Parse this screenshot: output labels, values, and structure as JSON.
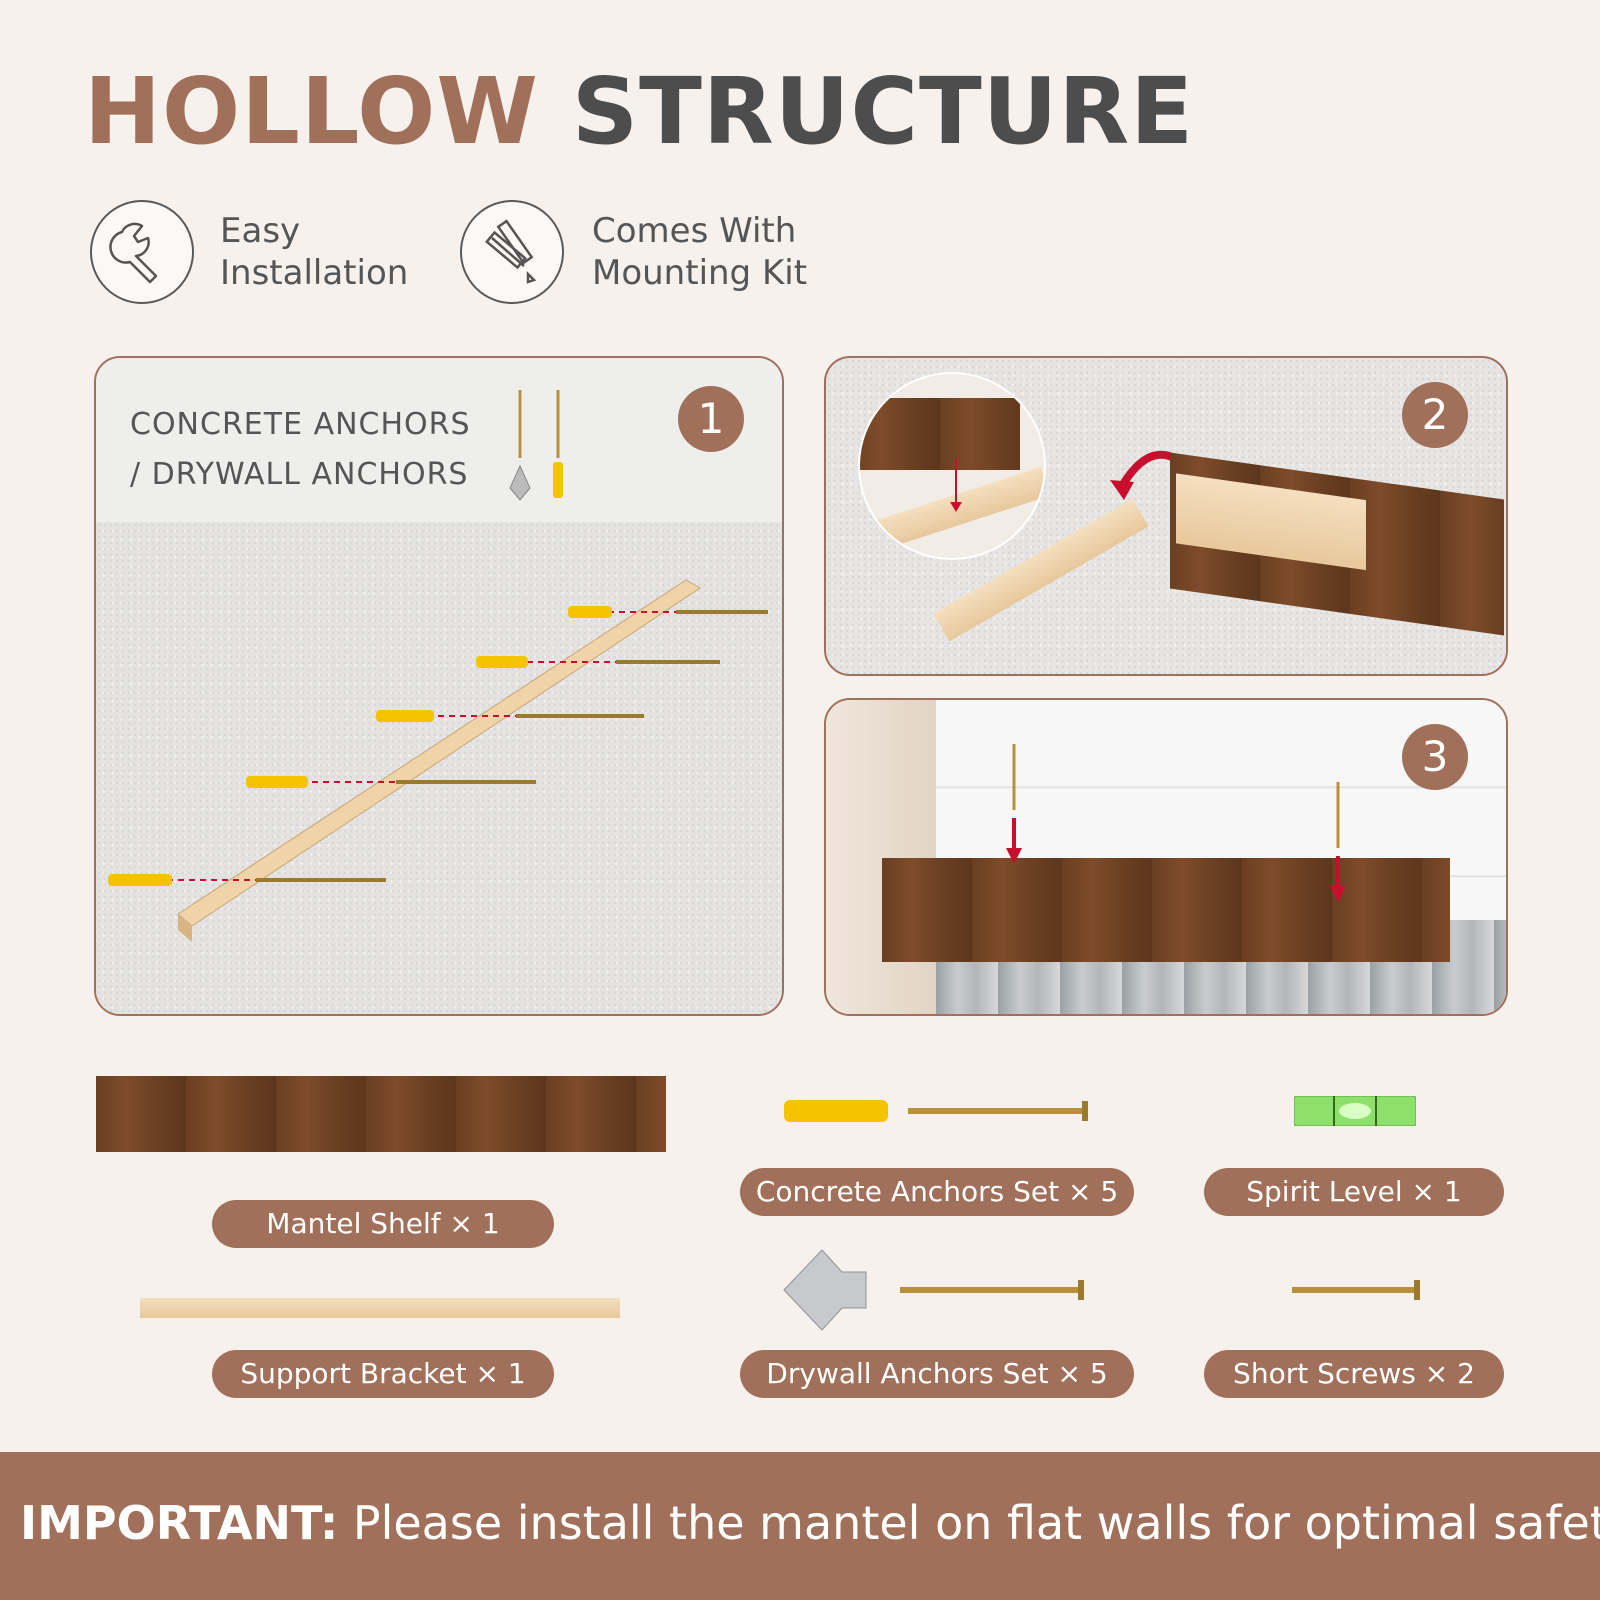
{
  "title": {
    "word1": "HOLLOW",
    "word2": "STRUCTURE"
  },
  "features": [
    {
      "icon": "wrench-icon",
      "line1": "Easy",
      "line2": "Installation"
    },
    {
      "icon": "screws-icon",
      "line1": "Comes With",
      "line2": "Mounting Kit"
    }
  ],
  "panels": {
    "step1": {
      "number": "1",
      "label_line1": "CONCRETE ANCHORS",
      "label_line2": "/ DRYWALL ANCHORS"
    },
    "step2": {
      "number": "2"
    },
    "step3": {
      "number": "3"
    }
  },
  "parts": {
    "mantel_shelf": "Mantel Shelf × 1",
    "support_bracket": "Support Bracket × 1",
    "concrete_anchors": "Concrete Anchors Set × 5",
    "drywall_anchors": "Drywall Anchors Set × 5",
    "spirit_level": "Spirit Level × 1",
    "short_screws": "Short Screws × 2"
  },
  "footer": {
    "label": "IMPORTANT:",
    "text": " Please install the mantel on flat walls for optimal safety!"
  },
  "colors": {
    "accent": "#a0705a",
    "title_dark": "#4d4d4d",
    "background": "#f6f1ed",
    "anchor_yellow": "#f5c400",
    "arrow_red": "#c8102e"
  }
}
